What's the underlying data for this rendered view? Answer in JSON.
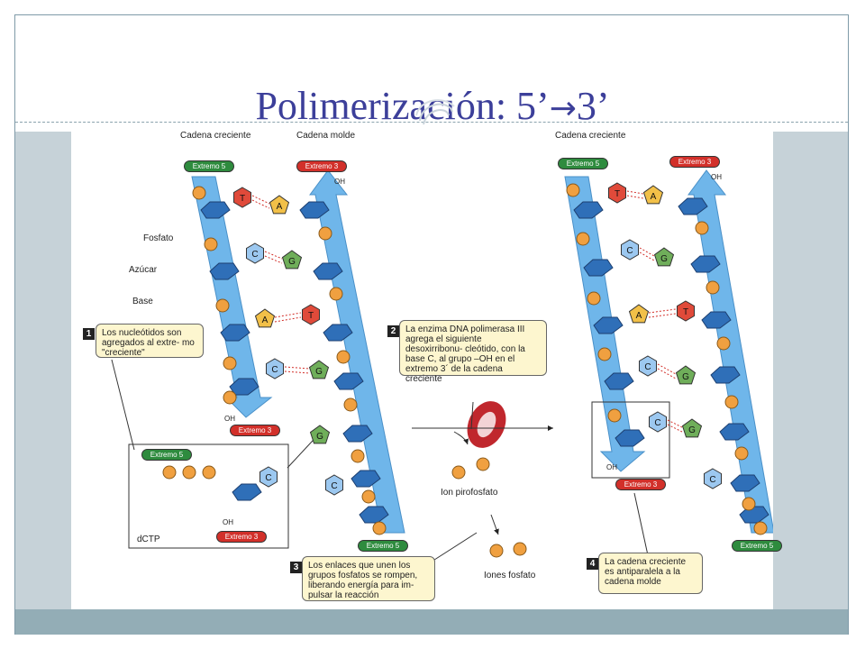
{
  "slide": {
    "title_main": "Polimerización: 5’",
    "title_arrow": "→",
    "title_end": "3’"
  },
  "labels": {
    "cadena_creciente": "Cadena creciente",
    "cadena_molde": "Cadena molde",
    "fosfato": "Fosfato",
    "azucar": "Azúcar",
    "base": "Base",
    "oh": "OH",
    "dctp": "dCTP",
    "ion_pirofosfato": "Ion pirofosfato",
    "iones_fosfato": "Iones fosfato"
  },
  "pills": {
    "extremo5": "Extremo 5",
    "extremo3": "Extremo 3"
  },
  "steps": {
    "s1_num": "1",
    "s1_text": "Los nucleótidos son agregados al extre- mo \"creciente\"",
    "s2_num": "2",
    "s2_text": "La enzima DNA polimerasa III agrega el siguiente desoxirribonu- cleótido, con la base C, al grupo –OH en el extremo 3´ de la cadena creciente",
    "s3_num": "3",
    "s3_text": "Los enlaces que unen los grupos fosfatos se rompen, liberando energía para im- pulsar la reacción",
    "s4_num": "4",
    "s4_text": "La cadena creciente es antiparalela a la cadena molde"
  },
  "bases": {
    "T": "T",
    "A": "A",
    "C": "C",
    "G": "G"
  },
  "colors": {
    "title": "#3c3f9a",
    "strand": "#6fb6ea",
    "sugar": "#2f6fb8",
    "phosphate": "#f0a040",
    "base_T": "#e04a3a",
    "base_A": "#f2c048",
    "base_C": "#9cc8f0",
    "base_G": "#6fae5a",
    "note_bg": "#fdf6cf",
    "green_pill": "#2e8b3e",
    "red_pill": "#d2302a"
  }
}
